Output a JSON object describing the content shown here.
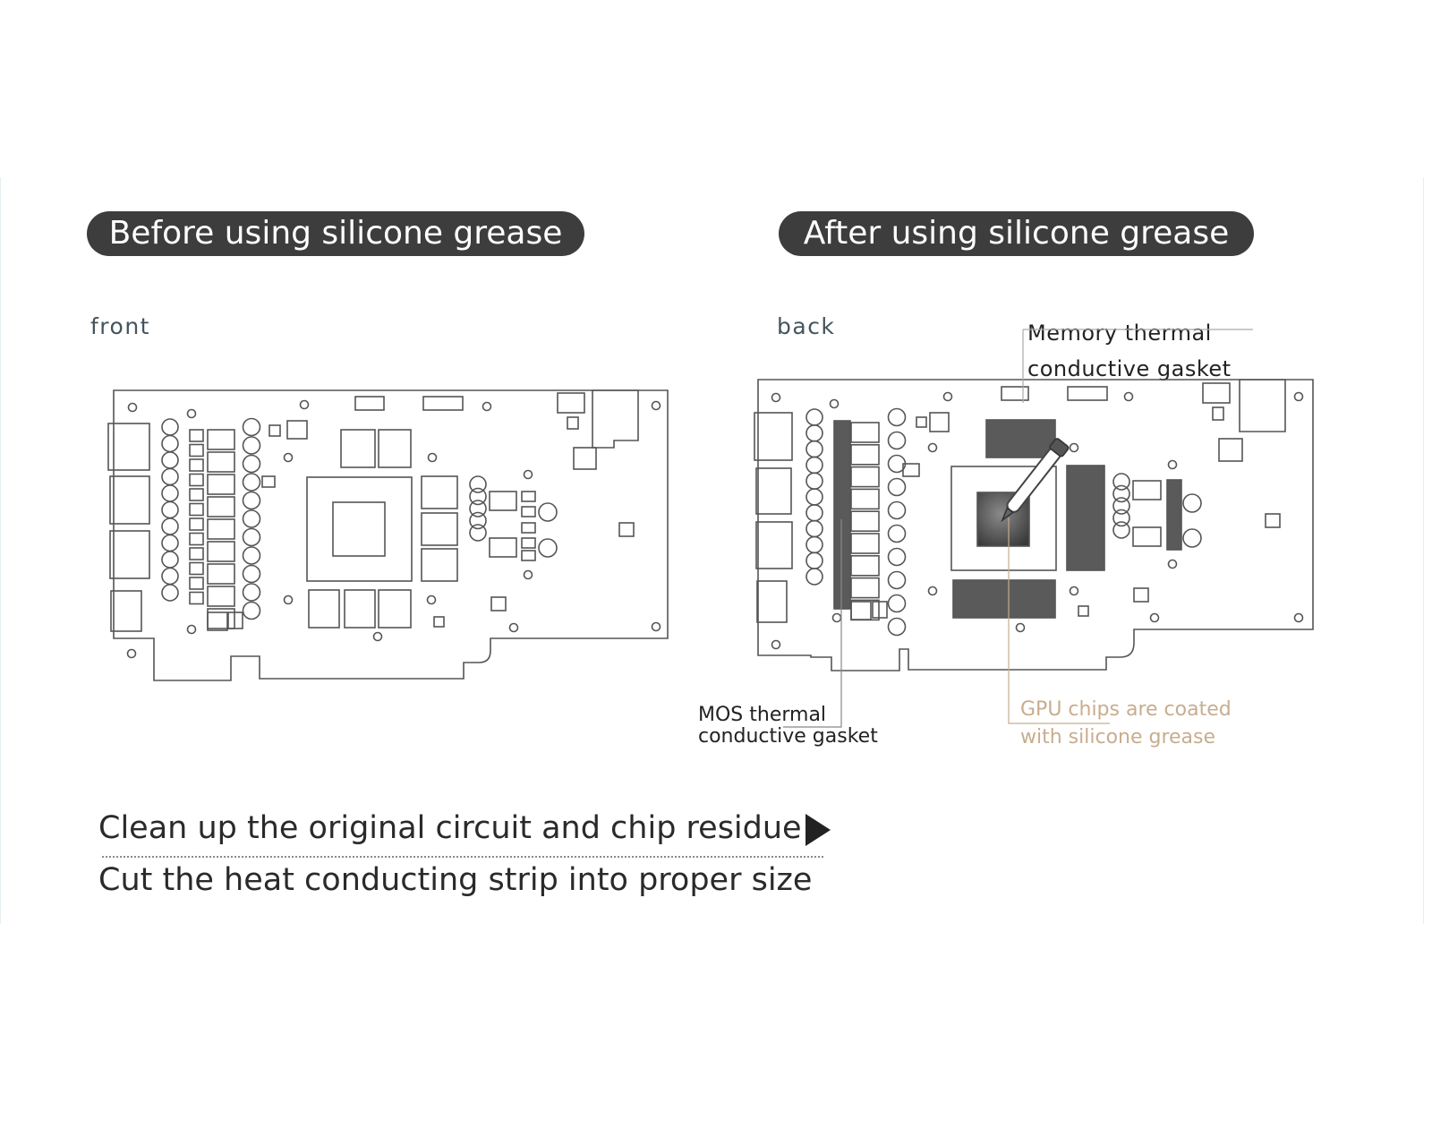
{
  "panels": {
    "before": {
      "title": "Before using silicone grease",
      "side": "front"
    },
    "after": {
      "title": "After using silicone grease",
      "side": "back",
      "callouts": {
        "memory_gasket": [
          "Memory thermal",
          "conductive gasket"
        ],
        "mos_gasket": [
          "MOS thermal",
          "conductive gasket"
        ],
        "gpu_grease": [
          "GPU chips are coated",
          "with silicone grease"
        ]
      }
    }
  },
  "steps": [
    "Clean up the original circuit and chip residue",
    "Cut the heat conducting strip into proper size"
  ],
  "colors": {
    "pill_background": "#3d3d3d",
    "pill_text": "#ffffff",
    "board_outline": "#555555",
    "gasket_fill": "#5a5a5a",
    "grease_callout": "#c8ad8e"
  },
  "icons": [
    "play-arrow-icon",
    "thermal-paste-tube-icon"
  ]
}
